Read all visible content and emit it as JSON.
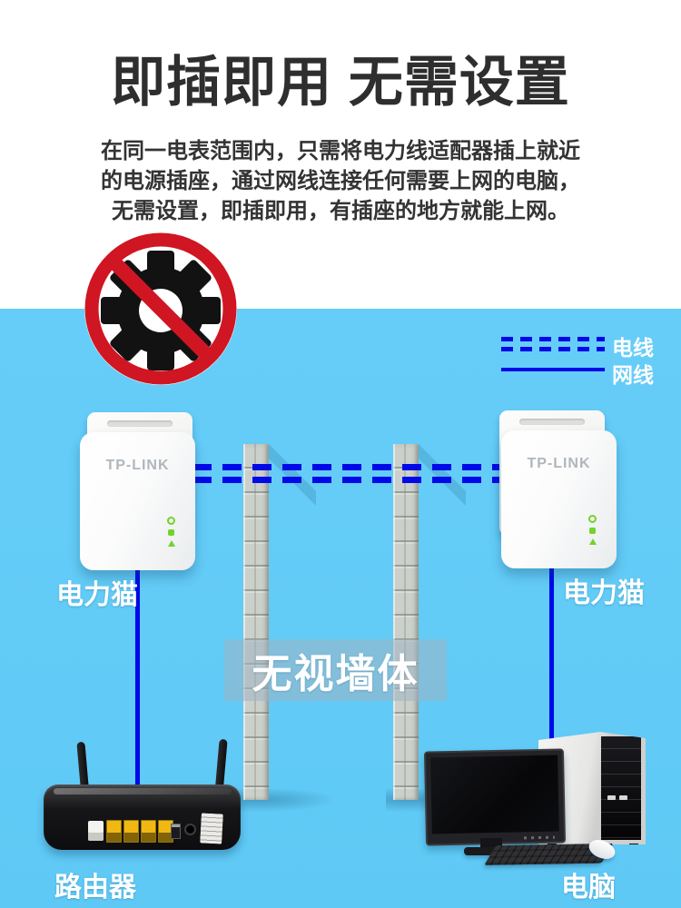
{
  "header": {
    "title": "即插即用 无需设置",
    "description_lines": [
      "在同一电表范围内，只需将电力线适配器插上就近",
      "的电源插座，通过网线连接任何需要上网的电脑，",
      "无需设置，即插即用，有插座的地方就能上网。"
    ]
  },
  "icons": {
    "no_settings": "prohibition-gear-icon"
  },
  "legend": {
    "power_line": {
      "label": "电线",
      "style": "dashed"
    },
    "network_line": {
      "label": "网线",
      "style": "solid"
    }
  },
  "wall": {
    "caption": "无视墙体"
  },
  "devices": {
    "adapter_left": {
      "brand": "TP-LINK",
      "label": "电力猫"
    },
    "adapter_right": {
      "brand": "TP-LINK",
      "label": "电力猫"
    },
    "router": {
      "label": "路由器"
    },
    "computer": {
      "label": "电脑"
    }
  },
  "colors": {
    "background_blue": "#62cbf6",
    "cable_blue": "#0009e8",
    "prohibition_red": "#d01622",
    "led_green": "#72d32a",
    "wall_gray": "#ccd0ca"
  }
}
